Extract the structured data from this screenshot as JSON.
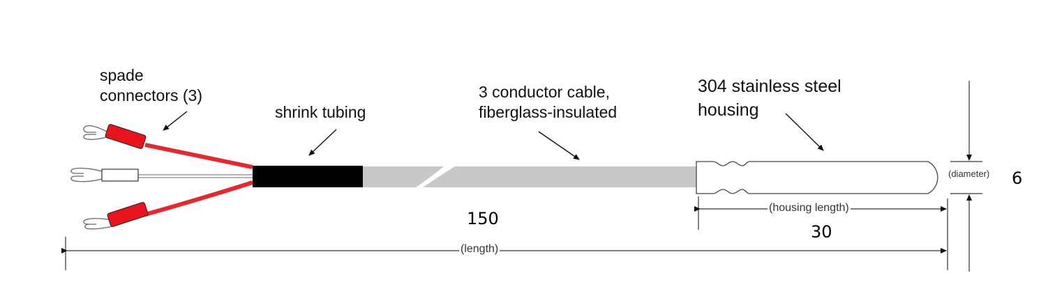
{
  "labels": {
    "spade_line1": "spade",
    "spade_line2": "connectors (3)",
    "shrink": "shrink tubing",
    "cable_line1": "3 conductor cable,",
    "cable_line2": "fiberglass-insulated",
    "housing_line1": "304 stainless steel",
    "housing_line2": "housing"
  },
  "dimensions": {
    "length_label": "(length)",
    "length_value": "150",
    "housing_label": "(housing length)",
    "housing_value": "30",
    "diameter_label": "(diameter)",
    "diameter_value": "6"
  },
  "colors": {
    "wire_red": "#e8262c",
    "connector_red": "#e8141c",
    "shrink_black": "#000000",
    "cable_gray": "#c8c8c8",
    "line": "#333333"
  }
}
